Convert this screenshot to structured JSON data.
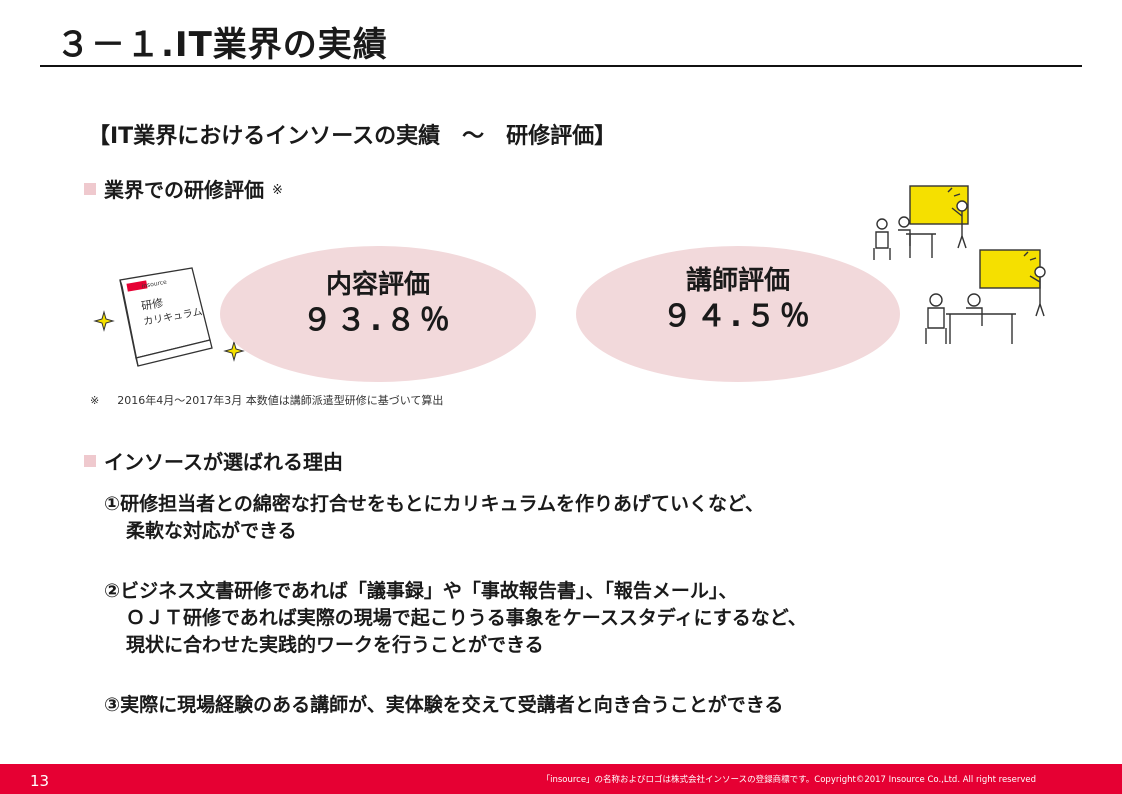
{
  "slide": {
    "title": "３－１.IT業界の実績",
    "section_heading": "【IT業界におけるインソースの実績　～　研修評価】"
  },
  "evaluation": {
    "heading": "業界での研修評価",
    "note_mark": "※",
    "content": {
      "label": "内容評価",
      "value": "９３.８％"
    },
    "instructor": {
      "label": "講師評価",
      "value": "９４.５％"
    },
    "book_logo": "insource",
    "book_text_line1": "研修",
    "book_text_line2": "カリキュラム",
    "footnote_mark": "※",
    "footnote_text": "2016年4月～2017年3月  本数値は講師派遣型研修に基づいて算出"
  },
  "reasons": {
    "heading": "インソースが選ばれる理由",
    "items": [
      {
        "line1": "①研修担当者との綿密な打合せをもとにカリキュラムを作りあげていくなど、",
        "line2": "柔軟な対応ができる",
        "line3": ""
      },
      {
        "line1": "②ビジネス文書研修であれば「議事録」や「事故報告書」、「報告メール」、",
        "line2": "ＯＪＴ研修であれば実際の現場で起こりうる事象をケーススタディにするなど、",
        "line3": "現状に合わせた実践的ワークを行うことができる"
      },
      {
        "line1": "③実際に現場経験のある講師が、実体験を交えて受講者と向き合うことができる",
        "line2": "",
        "line3": ""
      }
    ]
  },
  "footer": {
    "page_number": "13",
    "copyright": "「insource」の名称およびロゴは株式会社インソースの登録商標です。Copyright©2017 Insource Co.,Ltd. All right reserved"
  },
  "colors": {
    "accent_red": "#e60033",
    "ellipse_pink": "#f2d9db",
    "bullet_pink": "#efc9ce",
    "board_yellow": "#f5e000"
  },
  "icons": [
    "curriculum-book-icon",
    "sparkle-icon",
    "classroom-icon"
  ]
}
